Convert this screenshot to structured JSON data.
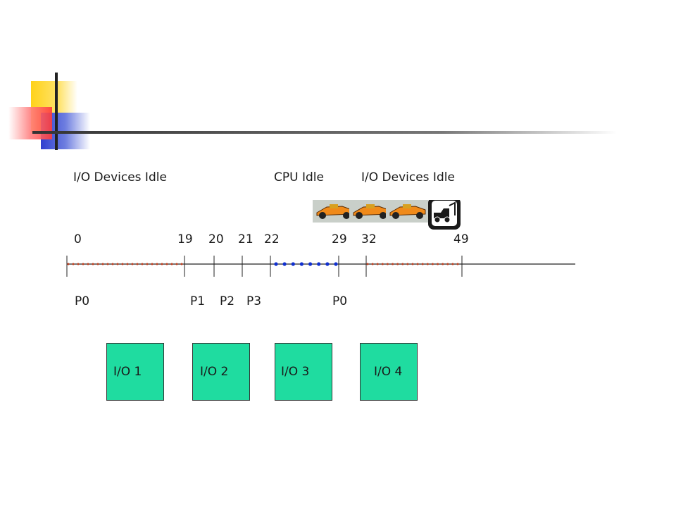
{
  "labels": {
    "io_idle_1": "I/O Devices Idle",
    "cpu_idle": "CPU Idle",
    "io_idle_2": "I/O Devices Idle"
  },
  "ticks": [
    "0",
    "19",
    "20",
    "21",
    "22",
    "29",
    "32",
    "49"
  ],
  "processes": [
    "P0",
    "P1",
    "P2",
    "P3",
    "P0"
  ],
  "io_boxes": [
    "I/O 1",
    "I/O 2",
    "I/O 3",
    "I/O 4"
  ],
  "icons": {
    "race_car": "race-car-icon",
    "tow_truck": "tow-truck-icon"
  },
  "colors": {
    "yellow": "#ffd21a",
    "red": "#ff4a4a",
    "blue": "#2f3fd0",
    "io_box": "#1fdca0",
    "dots_red": "#c04020",
    "dots_blue": "#1030d0"
  }
}
